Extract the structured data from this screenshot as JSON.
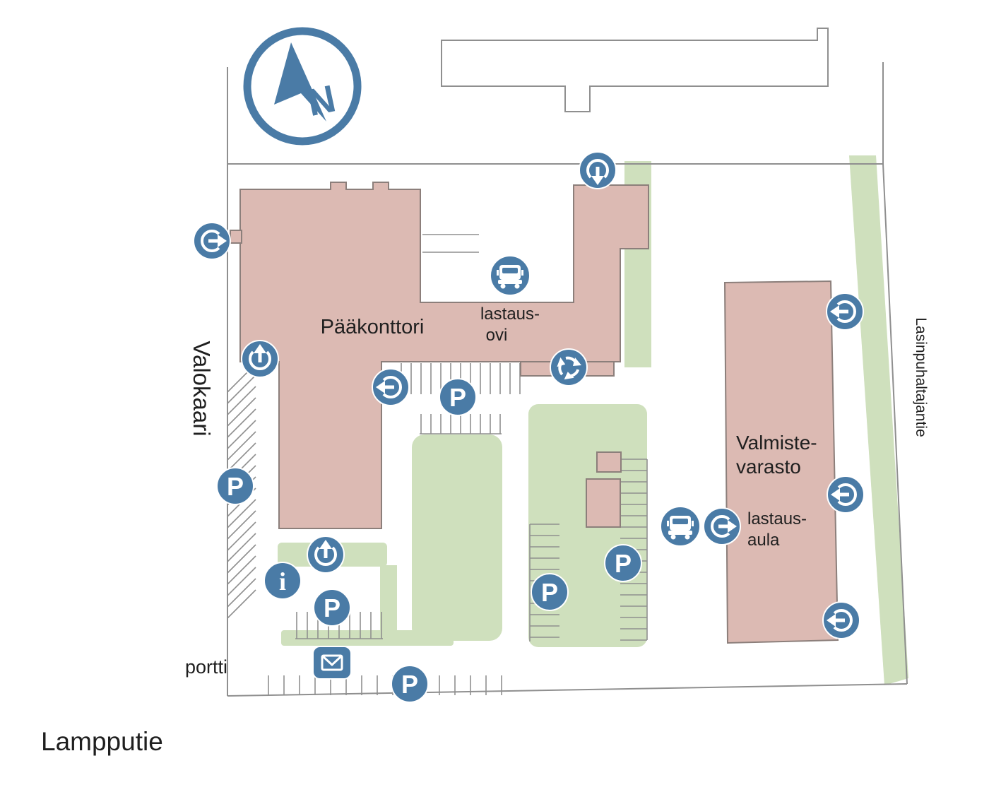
{
  "page": {
    "type": "facility-site-map"
  },
  "colors": {
    "accent_blue": "#4a7ba6",
    "building_fill": "#dcbab3",
    "building_stroke": "#8c7f7b",
    "green_area": "#cfe0bd",
    "line_gray": "#8f8f8f"
  },
  "labels": {
    "headquarters": "Pääkonttori",
    "loading_door_line1": "lastaus-",
    "loading_door_line2": "ovi",
    "warehouse_line1": "Valmiste-",
    "warehouse_line2": "varasto",
    "loading_hall_line1": "lastaus-",
    "loading_hall_line2": "aula",
    "street_left": "Valokaari",
    "street_right": "Lasinpuhaltajantie",
    "street_bottom": "Lampputie",
    "gate": "portti",
    "compass_north": "N"
  },
  "icons": {
    "parking_glyph": "P",
    "info_glyph": "i"
  }
}
